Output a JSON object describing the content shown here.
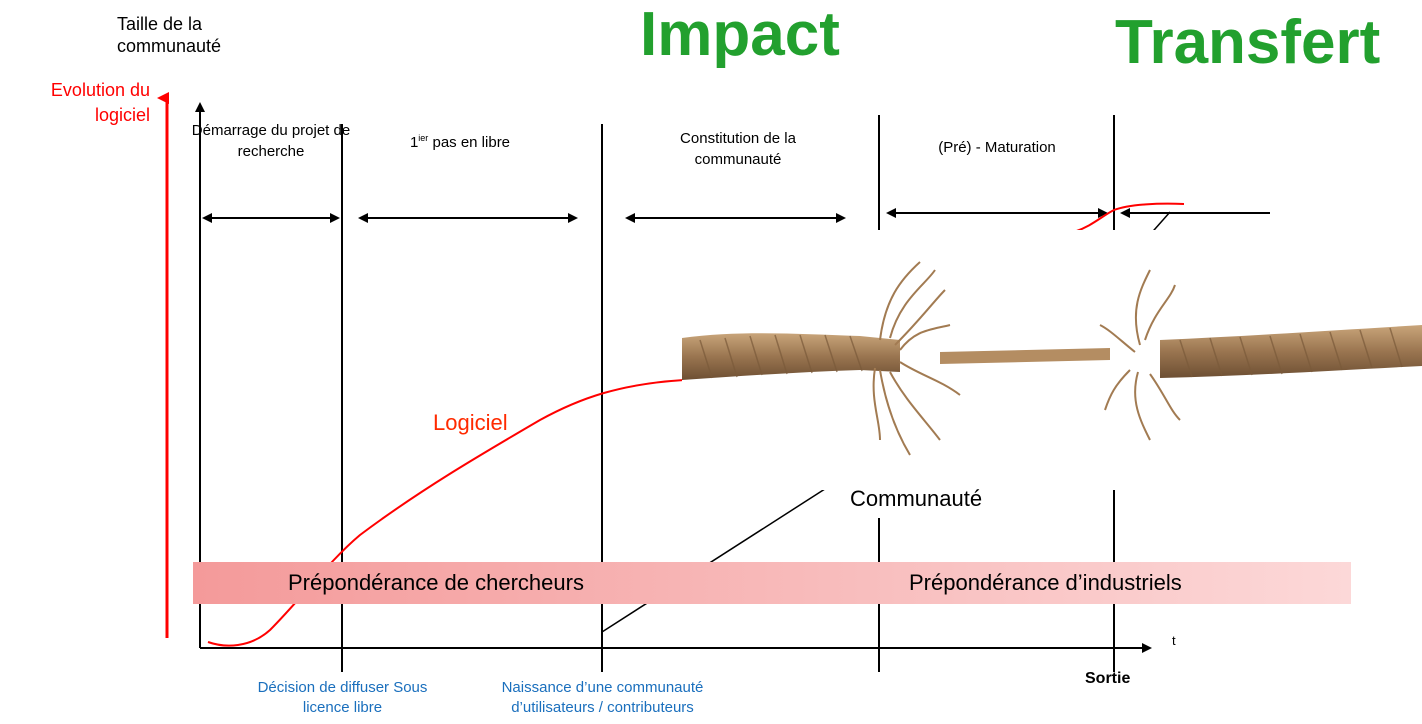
{
  "title_impact": "Impact",
  "title_transfert": "Transfert",
  "y_axis_label": "Taille de la communauté",
  "y_axis_secondary_label": "Evolution du logiciel",
  "x_axis_label": "t",
  "phases": [
    {
      "text": "Démarrage du projet de recherche"
    },
    {
      "prefix": "1",
      "sup": "ier",
      "suffix": " pas en libre"
    },
    {
      "text": "Constitution de la communauté"
    },
    {
      "text": "(Pré) - Maturation"
    }
  ],
  "milestones": {
    "decision": "Décision de diffuser Sous licence libre",
    "naissance": "Naissance d’une communauté d’utilisateurs / contributeurs",
    "sortie": "Sortie"
  },
  "curves": {
    "logiciel": "Logiciel",
    "communaute": "Communauté"
  },
  "bands": {
    "chercheurs": "Prépondérance de chercheurs",
    "industriels": "Prépondérance d’industriels"
  },
  "colors": {
    "title_green": "#22a02e",
    "logiciel_red": "#ff0000",
    "milestone_blue": "#1a6fbd",
    "band_dark": "#f49a9a",
    "band_light": "#fbd2d2"
  },
  "image": {
    "description_icon": "broken-rope-image"
  }
}
